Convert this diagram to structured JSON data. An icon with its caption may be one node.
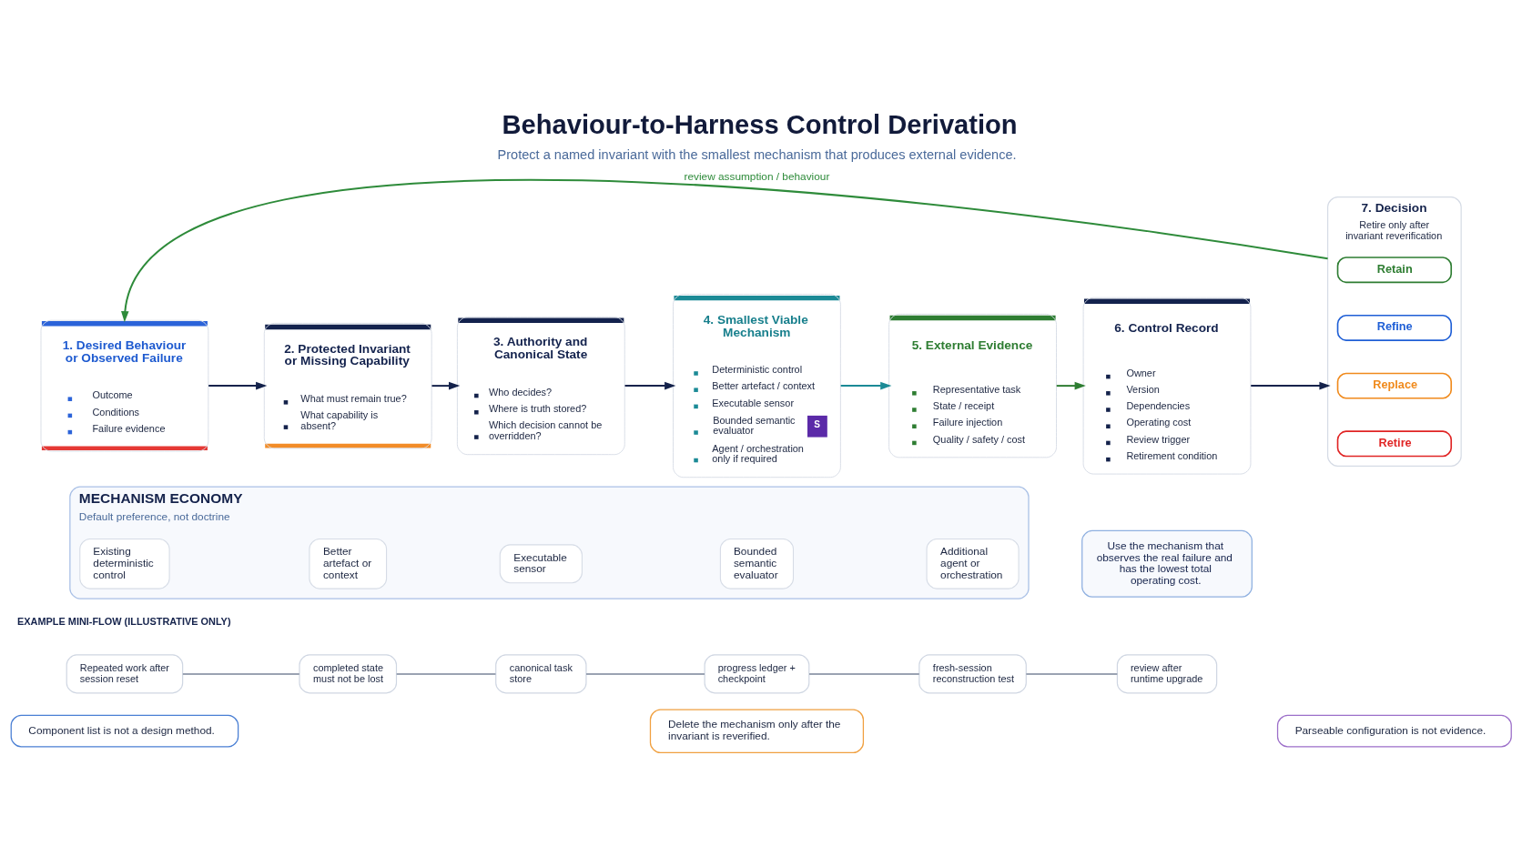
{
  "diagram": {
    "title": "Behaviour-to-Harness Control Derivation",
    "caption": "Protect a named invariant with the smallest mechanism that produces external evidence.",
    "nodes": [
      {
        "text": [
          "1. Desired Behaviour or Observed Failure",
          "Outcome",
          "Conditions",
          "Failure evidence"
        ]
      },
      {
        "text": [
          "2. Protected Invariant or Missing Capability",
          "What must remain true?",
          "What capability is absent?"
        ]
      },
      {
        "text": [
          "3. Authority and Canonical State",
          "Who decides?",
          "Where is truth stored?",
          "Which decision cannot be overridden?"
        ]
      },
      {
        "text": [
          "4. Smallest Viable Mechanism",
          "Deterministic control",
          "Better artefact / context",
          "Executable sensor",
          "Bounded semantic evaluator",
          "S",
          "Agent / orchestration only if required"
        ]
      },
      {
        "text": [
          "5. External Evidence",
          "Representative task",
          "State / receipt",
          "Failure injection",
          "Quality / safety / cost"
        ]
      },
      {
        "text": [
          "6. Control Record",
          "Owner",
          "Version",
          "Dependencies",
          "Operating cost",
          "Review trigger",
          "Retirement condition"
        ]
      },
      {
        "text": [
          "7. Decision",
          "Retire only after invariant reverification"
        ]
      },
      {
        "text": [
          "Retain"
        ],
        "in": 6
      },
      {
        "text": [
          "Refine"
        ],
        "in": 6
      },
      {
        "text": [
          "Replace"
        ],
        "in": 6
      },
      {
        "text": [
          "Retire"
        ],
        "in": 6
      },
      {
        "text": [
          "MECHANISM ECONOMY",
          "Default preference, not doctrine"
        ]
      },
      {
        "text": [
          "Existing deterministic control"
        ],
        "in": 11
      },
      {
        "text": [
          "Better artefact or context"
        ],
        "in": 11
      },
      {
        "text": [
          "Executable sensor"
        ],
        "in": 11
      },
      {
        "text": [
          "Bounded semantic evaluator"
        ],
        "in": 11
      },
      {
        "text": [
          "Additional agent or orchestration"
        ],
        "in": 11
      },
      {
        "text": [
          "Use the mechanism that observes the real failure and has the lowest total operating cost."
        ]
      },
      {
        "text": [
          "Repeated work after session reset"
        ]
      },
      {
        "text": [
          "completed state must not be lost"
        ]
      },
      {
        "text": [
          "canonical task store"
        ]
      },
      {
        "text": [
          "progress ledger + checkpoint"
        ]
      },
      {
        "text": [
          "fresh-session reconstruction test"
        ]
      },
      {
        "text": [
          "review after runtime upgrade"
        ]
      },
      {
        "text": [
          "Component list is not a design method."
        ]
      },
      {
        "text": [
          "Delete the mechanism only after the invariant is reverified."
        ]
      },
      {
        "text": [
          "Parseable configuration is not evidence."
        ]
      }
    ],
    "edges": [
      {
        "from": 0,
        "to": 1,
        "arrow": "to",
        "color": "#14224b"
      },
      {
        "from": 1,
        "to": 2,
        "arrow": "to",
        "color": "#14224b"
      },
      {
        "from": 2,
        "to": 3,
        "arrow": "to",
        "color": "#14224b"
      },
      {
        "from": 3,
        "to": 4,
        "arrow": "to",
        "color": "#1b8a96"
      },
      {
        "from": 4,
        "to": 5,
        "arrow": "to",
        "color": "#2e7d32"
      },
      {
        "from": 5,
        "to": 6,
        "arrow": "to",
        "color": "#14224b"
      },
      {
        "from": 6,
        "to": 0,
        "arrow": "to",
        "label": "review assumption / behaviour",
        "color": "#2e8b3a"
      },
      {
        "from": 18,
        "to": 19,
        "arrow": "none",
        "color": "#9aa3b2"
      },
      {
        "from": 19,
        "to": 20,
        "arrow": "none",
        "color": "#9aa3b2"
      },
      {
        "from": 20,
        "to": 21,
        "arrow": "none",
        "color": "#9aa3b2"
      },
      {
        "from": 21,
        "to": 22,
        "arrow": "none",
        "color": "#9aa3b2"
      },
      {
        "from": 22,
        "to": 23,
        "arrow": "none",
        "color": "#9aa3b2"
      }
    ],
    "labels": [
      "EXAMPLE MINI-FLOW (ILLUSTRATIVE ONLY)"
    ]
  }
}
